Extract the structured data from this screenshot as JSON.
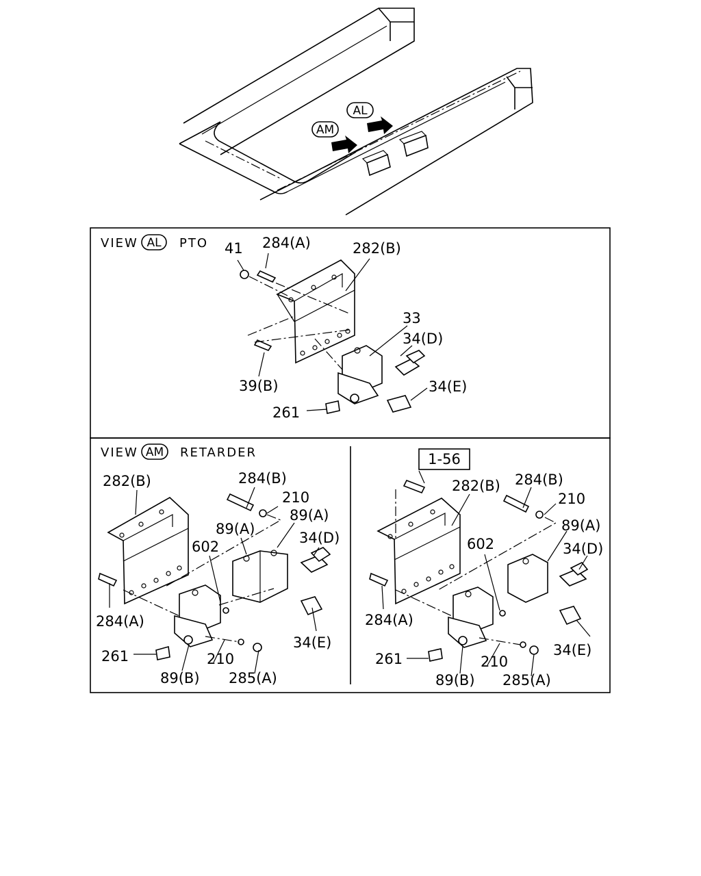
{
  "top_view": {
    "callouts": [
      "AL",
      "AM"
    ]
  },
  "panel_pto": {
    "view_word": "VIEW",
    "view_code": "AL",
    "view_title": "PTO",
    "labels": [
      "41",
      "284(A)",
      "282(B)",
      "33",
      "34(D)",
      "39(B)",
      "34(E)",
      "261"
    ]
  },
  "panel_retarder_left": {
    "view_word": "VIEW",
    "view_code": "AM",
    "view_title": "RETARDER",
    "labels": [
      "282(B)",
      "284(B)",
      "210",
      "89(A)",
      "89(A)",
      "602",
      "34(D)",
      "284(A)",
      "34(E)",
      "261",
      "210",
      "89(B)",
      "285(A)"
    ]
  },
  "panel_retarder_right": {
    "reference_box": "1-56",
    "labels": [
      "282(B)",
      "284(B)",
      "210",
      "89(A)",
      "602",
      "34(D)",
      "284(A)",
      "34(E)",
      "261",
      "210",
      "89(B)",
      "285(A)"
    ]
  }
}
